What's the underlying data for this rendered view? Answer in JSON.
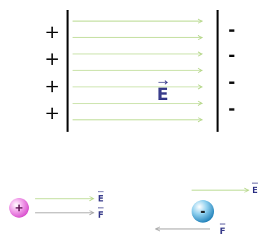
{
  "capacitor": {
    "positive_signs": [
      "+",
      "+",
      "+",
      "+"
    ],
    "negative_signs": [
      "-",
      "-",
      "-",
      "-"
    ],
    "field_label": "E",
    "field_line_count": 7
  },
  "charges": {
    "positive": {
      "symbol": "+",
      "field_label": "E",
      "force_label": "F",
      "force_direction": "right"
    },
    "negative": {
      "symbol": "-",
      "field_label": "E",
      "force_label": "F",
      "force_direction": "left"
    }
  },
  "colors": {
    "field_line": "#b9d98f",
    "force_line": "#a8a8a8",
    "plate": "#111111",
    "field_label": "#3b3e8c",
    "positive_charge": "#e97be0",
    "negative_charge": "#4aa9d6"
  }
}
